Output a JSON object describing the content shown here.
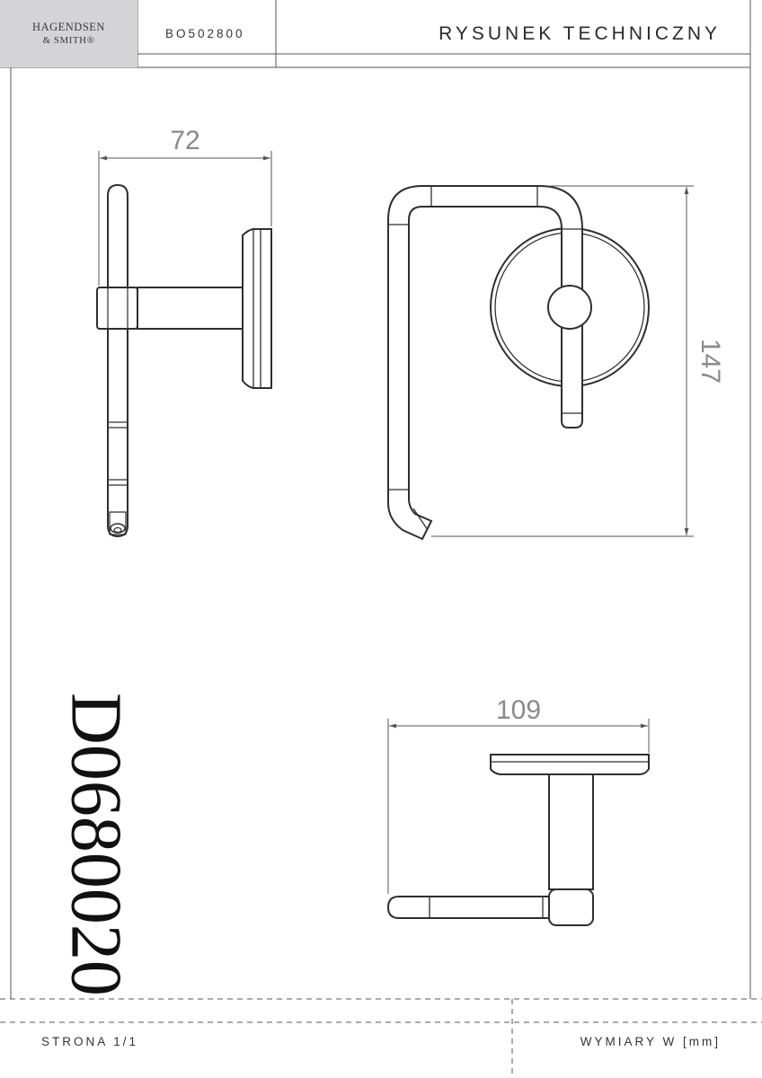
{
  "header": {
    "brand_line1": "HAGENDSEN",
    "brand_line2": "& SMITH®",
    "code": "BO502800",
    "title": "RYSUNEK TECHNICZNY"
  },
  "drawing": {
    "product_code": "D0680020",
    "dimensions": {
      "side_depth": "72",
      "front_height": "147",
      "top_width": "109"
    },
    "stroke_color": "#2f2f2f",
    "dimension_color": "#8a8a8a"
  },
  "footer": {
    "page": "STRONA 1/1",
    "units": "WYMIARY W [mm]"
  }
}
